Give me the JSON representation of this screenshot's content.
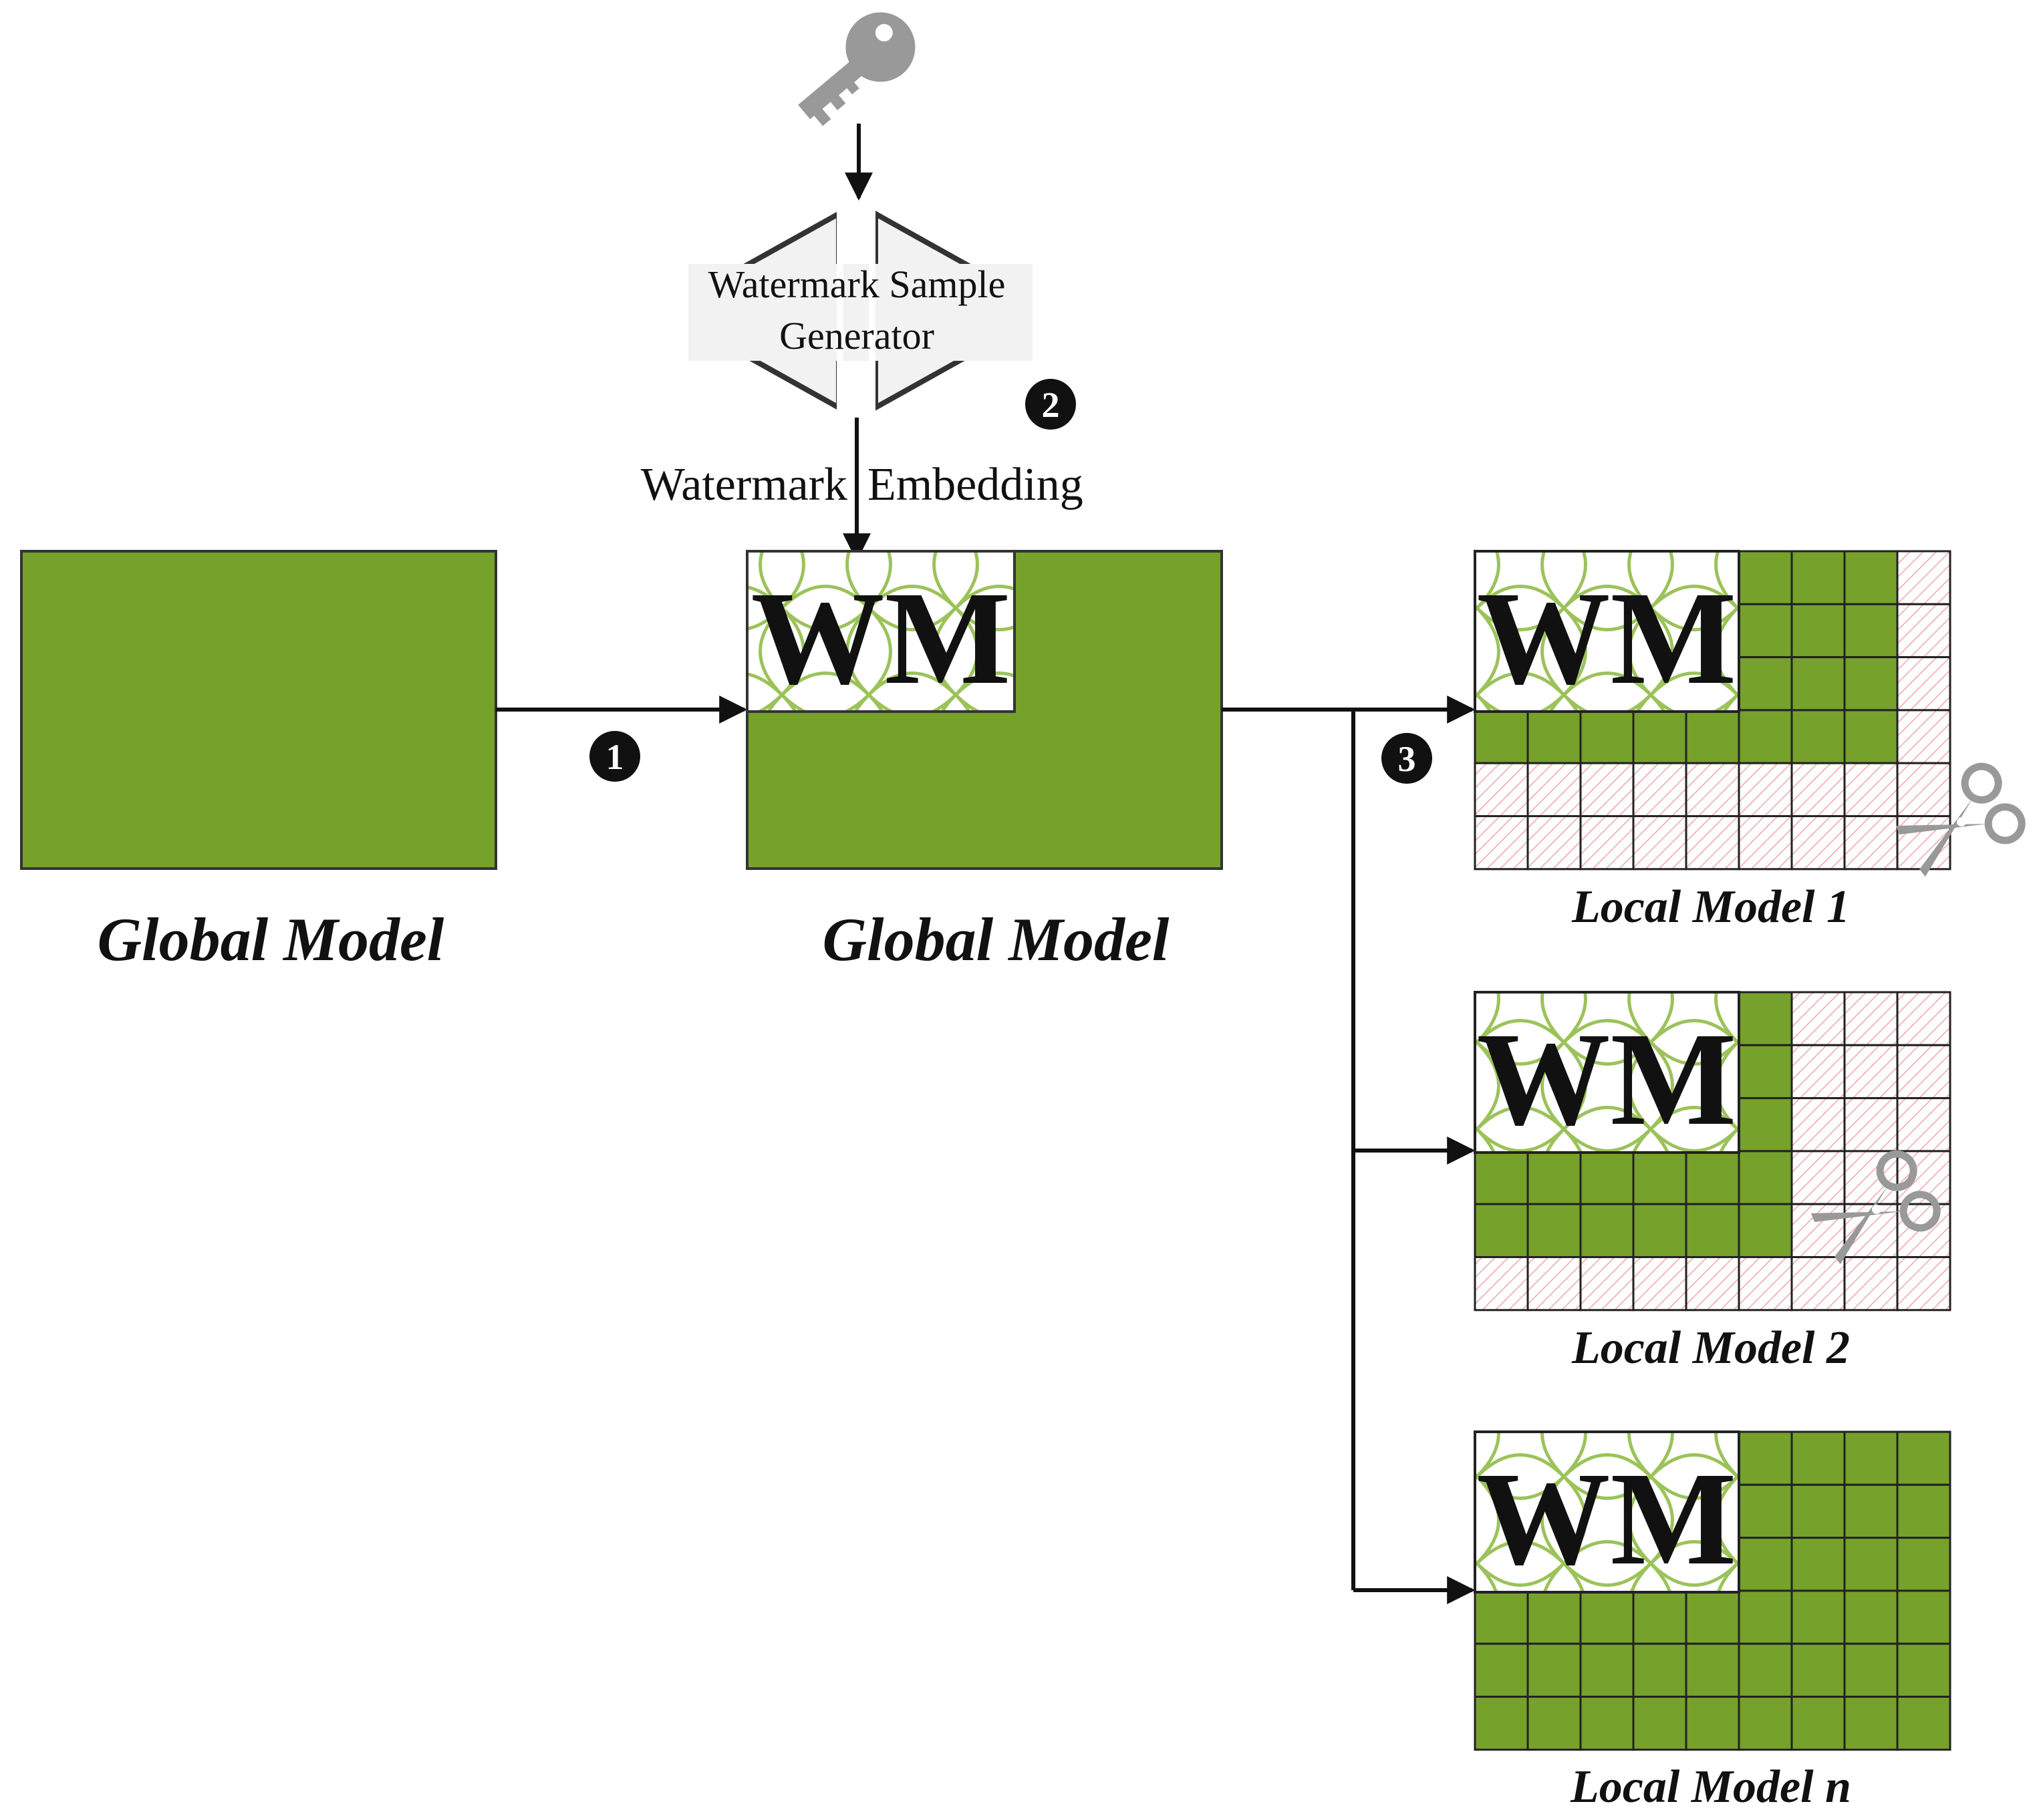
{
  "colors": {
    "green": "#76a12a",
    "cell_line": "#222222",
    "hatch": "#f2a6a6",
    "wm_pattern": "#9cc25a",
    "generator_fill": "#f2f2f2",
    "key": "#999999",
    "scissors": "#999999"
  },
  "generator": {
    "line1": "Watermark Sample",
    "line2": "Generator"
  },
  "embedding": {
    "part1": "Watermark",
    "part2": "Embedding"
  },
  "markers": {
    "step1": "1",
    "step2": "2",
    "step3": "3"
  },
  "wm_label": "WM",
  "global_models": [
    {
      "label": "Global Model",
      "icon": "plain-model"
    },
    {
      "label": "Global Model",
      "icon": "watermarked-model"
    }
  ],
  "local_models": [
    {
      "label": "Local Model 1",
      "scissors": true,
      "grid_rows": [
        "WWWWWGGGH",
        "WWWWWGGGH",
        "WWWWWGGGH",
        "GGGGGGGGH",
        "HHHHHHHHH",
        "HHHHHHHHH"
      ]
    },
    {
      "label": "Local Model 2",
      "scissors": true,
      "grid_rows": [
        "WWWWWGHHH",
        "WWWWWGHHH",
        "WWWWWGHHH",
        "GGGGGGHHH",
        "GGGGGGHHH",
        "HHHHHHHHH"
      ]
    },
    {
      "label": "Local Model n",
      "scissors": false,
      "grid_rows": [
        "WWWWWGGGG",
        "WWWWWGGGG",
        "WWWWWGGGG",
        "GGGGGGGGG",
        "GGGGGGGGG",
        "GGGGGGGGG"
      ]
    }
  ],
  "icons": {
    "key": "key-icon",
    "scissors": "scissors-icon",
    "generator": "hexagon-generator-icon"
  }
}
